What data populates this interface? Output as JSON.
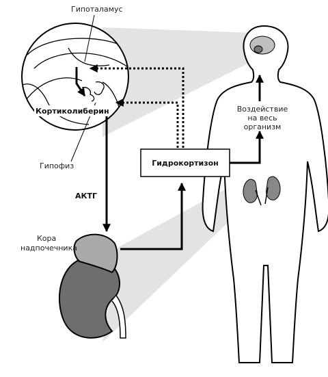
{
  "labels": {
    "hypothalamus": "Гипоталамус",
    "corticoliberin": "Кортиколиберин",
    "hypophysis": "Гипофиз",
    "acth": "АКТГ",
    "adrenal_cortex_line1": "Кора",
    "adrenal_cortex_line2": "надпочечника",
    "hydrocortisone": "Гидрокортизон",
    "effect_line1": "Воздействие",
    "effect_line2": "на весь",
    "effect_line3": "организм"
  },
  "colors": {
    "stroke": "#000000",
    "beam": "#e3e3e3",
    "adrenal_cap": "#a9a9a9",
    "kidney": "#6e6e6e",
    "kidney_small": "#888888",
    "brain": "#bfbfbf"
  }
}
